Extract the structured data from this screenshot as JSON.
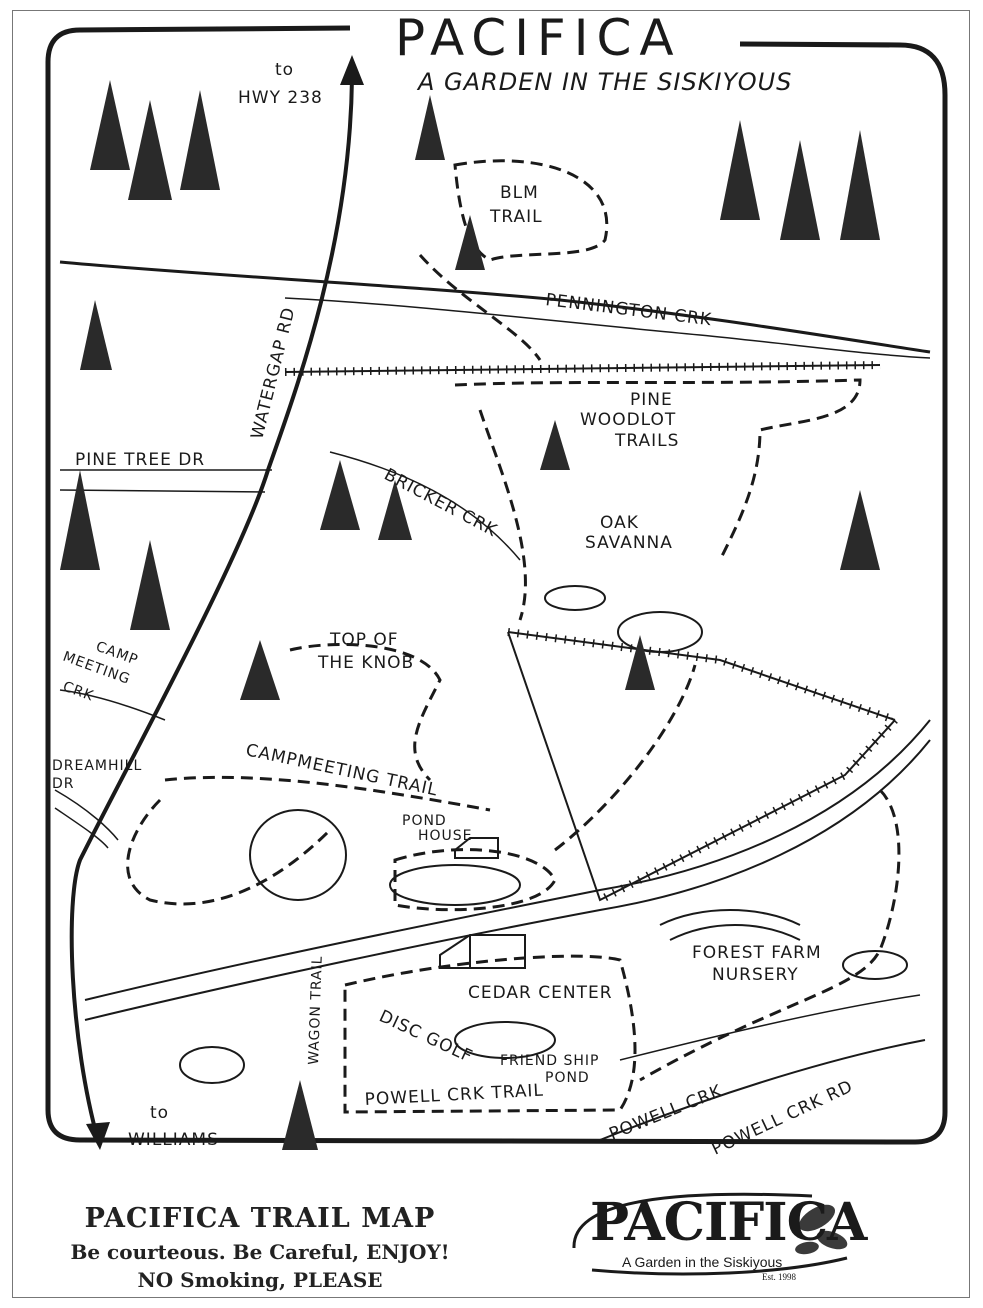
{
  "title": "PACIFICA",
  "subtitle": "A GARDEN IN THE SISKIYOUS",
  "labels": {
    "to_hwy": "to",
    "hwy": "HWY 238",
    "watergap": "WATERGAP RD",
    "blm": "BLM",
    "blm2": "TRAIL",
    "pennington": "PENNINGTON CRK",
    "pine": "PINE",
    "woodlot": "WOODLOT",
    "trails": "TRAILS",
    "pine_tree_dr": "PINE TREE DR",
    "bricker": "BRICKER CRK",
    "oak": "OAK",
    "savanna": "SAVANNA",
    "top_of": "TOP OF",
    "the_knob": "THE KNOB",
    "camp": "CAMP",
    "meeting": "MEETING",
    "crk": "CRK",
    "dreamhill": "DREAMHILL",
    "dr": "DR",
    "campmeeting_trail": "CAMPMEETING TRAIL",
    "pond": "POND",
    "house": "HOUSE",
    "forest_farm": "FOREST FARM",
    "nursery": "NURSERY",
    "cedar_center": "CEDAR CENTER",
    "wagon_trail": "WAGON TRAIL",
    "disc_golf": "DISC GOLF",
    "friendship": "FRIEND SHIP",
    "pond2": "POND",
    "powell_crk_trail": "POWELL CRK TRAIL",
    "powell_crk": "POWELL CRK",
    "powell_crk_rd": "POWELL CRK RD",
    "to_williams_1": "to",
    "to_williams_2": "WILLIAMS"
  },
  "footer": {
    "title": "PACIFICA TRAIL MAP",
    "line1": "Be courteous. Be Careful, ENJOY!",
    "line2": "NO Smoking, PLEASE"
  },
  "logo": {
    "word": "PACIFICA",
    "tagline": "A Garden in the Siskiyous",
    "est": "Est. 1998"
  },
  "colors": {
    "ink": "#1a1a1a",
    "paper": "#ffffff"
  }
}
